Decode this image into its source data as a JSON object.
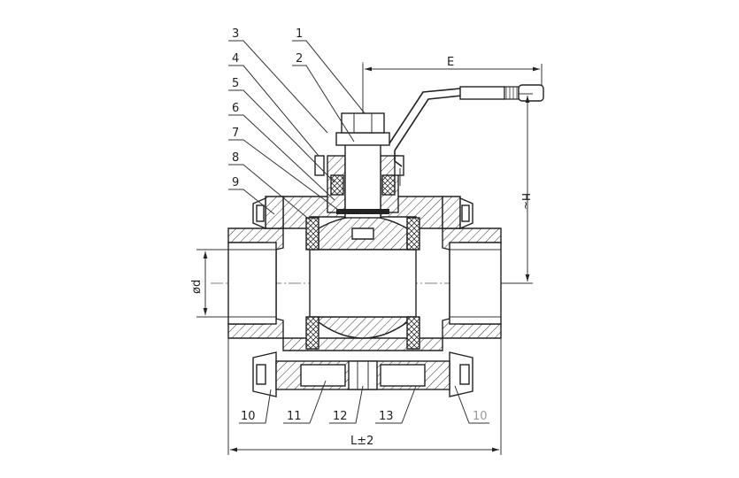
{
  "callouts_left": [
    {
      "id": "3",
      "label": "3"
    },
    {
      "id": "1",
      "label": "1"
    },
    {
      "id": "4",
      "label": "4"
    },
    {
      "id": "2",
      "label": "2"
    },
    {
      "id": "5",
      "label": "5"
    },
    {
      "id": "6",
      "label": "6"
    },
    {
      "id": "7",
      "label": "7"
    },
    {
      "id": "8",
      "label": "8"
    },
    {
      "id": "9",
      "label": "9"
    }
  ],
  "callouts_bottom": [
    {
      "id": "10a",
      "label": "10"
    },
    {
      "id": "11",
      "label": "11"
    },
    {
      "id": "12",
      "label": "12"
    },
    {
      "id": "13",
      "label": "13"
    },
    {
      "id": "10b",
      "label": "10"
    }
  ],
  "dimensions": {
    "E": "E",
    "H": "H~",
    "d": "ød",
    "L": "L±2"
  }
}
